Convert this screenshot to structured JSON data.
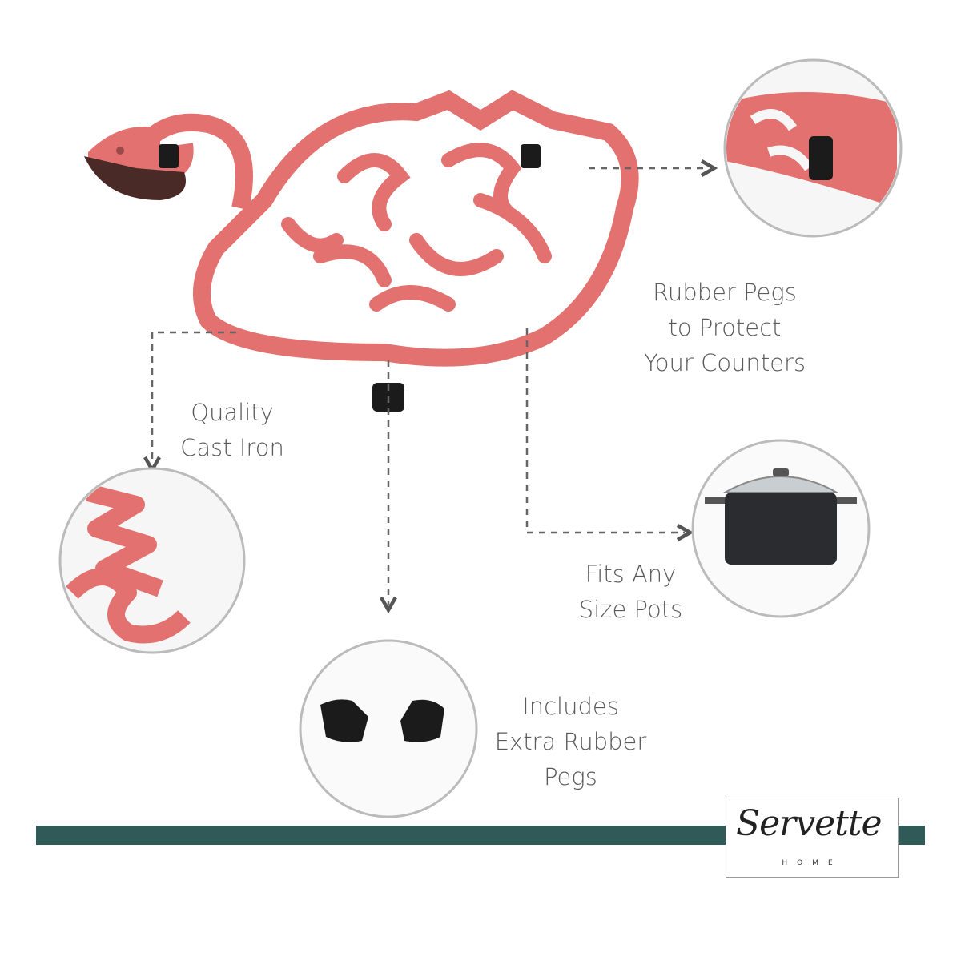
{
  "colors": {
    "coral": "#e2716f",
    "teal_bar": "#2f5a57",
    "text": "#5a5a5a",
    "peg": "#1b1b1b",
    "beak": "#4a2a26"
  },
  "labels": {
    "rubber_pegs": [
      "Rubber Pegs",
      "to Protect",
      "Your Counters"
    ],
    "cast_iron": [
      "Quality",
      "Cast Iron"
    ],
    "fits_pots": [
      "Fits Any",
      "Size Pots"
    ],
    "extra_pegs": [
      "Includes",
      "Extra Rubber",
      "Pegs"
    ]
  },
  "logo": {
    "brand": "Servette",
    "sub": "HOME"
  }
}
